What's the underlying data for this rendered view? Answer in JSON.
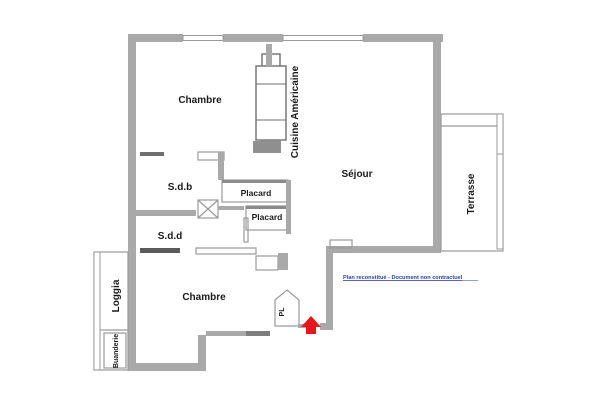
{
  "rooms": {
    "chambre_top": "Chambre",
    "cuisine": "Cuisine Américaine",
    "sejour": "Séjour",
    "sdb": "S.d.b",
    "placard_1": "Placard",
    "placard_2": "Placard",
    "sdd": "S.d.d",
    "chambre_bottom": "Chambre",
    "loggia": "Loggia",
    "buanderie": "Buanderie",
    "terrasse": "Terrasse",
    "pl": "PL"
  },
  "notice": "Plan reconstitué - Document non contractuel",
  "colors": {
    "wall": "#a9a9a9",
    "entrance_arrow": "#e8151b",
    "notice_text": "#2a3fa8"
  },
  "icons": {
    "entrance": "entrance-arrow-icon"
  }
}
